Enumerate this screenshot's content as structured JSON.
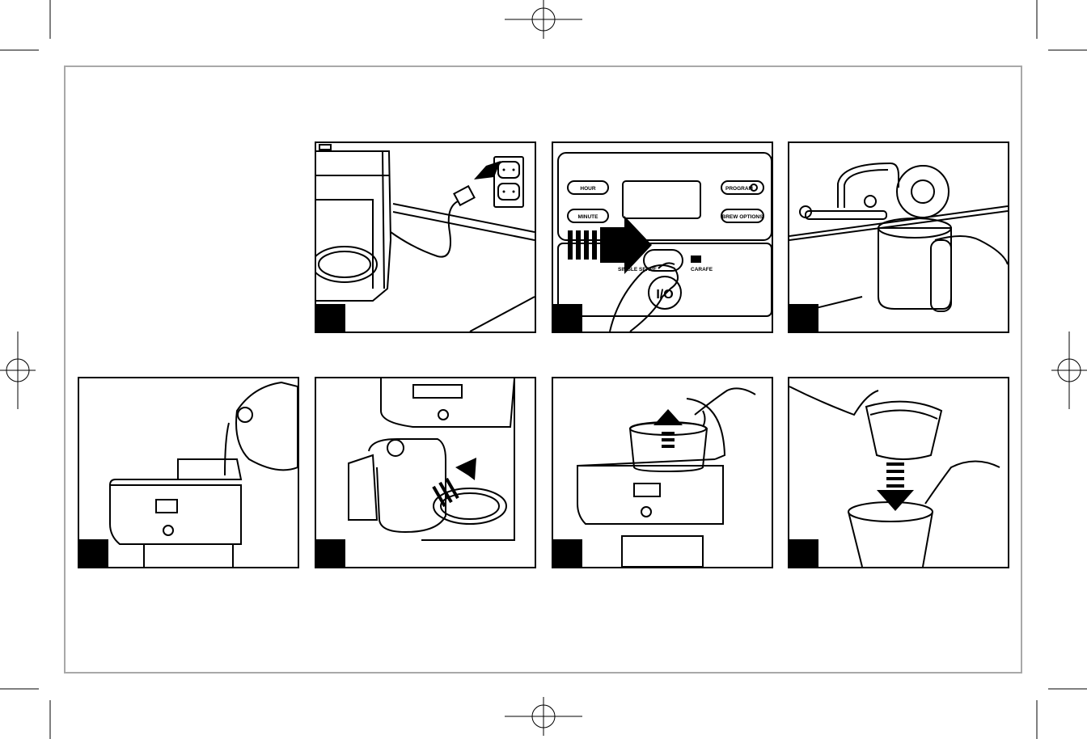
{
  "panel2": {
    "hour_label": "HOUR",
    "minute_label": "MINUTE",
    "program_label": "PROGRAM",
    "brew_options_label": "BREW OPTIONS",
    "single_serve_label": "SINGLE SERVE",
    "carafe_label": "CARAFE",
    "power_label": "I/O"
  },
  "panels": [
    {
      "id": "plug-into-outlet"
    },
    {
      "id": "select-carafe-mode"
    },
    {
      "id": "fill-carafe-at-sink"
    },
    {
      "id": "pour-water-into-reservoir"
    },
    {
      "id": "insert-carafe"
    },
    {
      "id": "remove-filter-basket"
    },
    {
      "id": "insert-paper-filter"
    }
  ]
}
